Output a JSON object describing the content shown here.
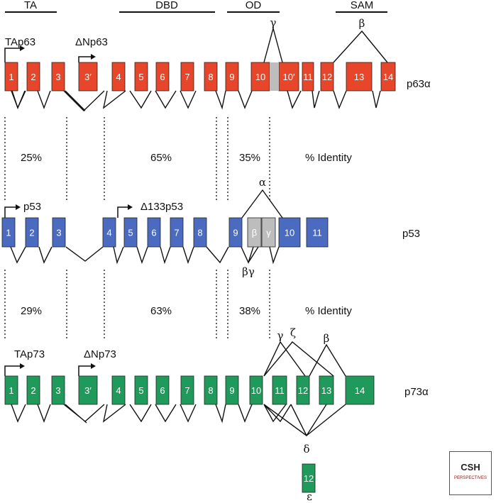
{
  "domains": [
    "TA",
    "DBD",
    "OD",
    "SAM"
  ],
  "colors": {
    "p63": "#e8462a",
    "p53": "#4a6bbf",
    "p73": "#1f9a5a",
    "gray": "#bdbdbd",
    "line": "#111111"
  },
  "p63": {
    "gene_label": "p63α",
    "promoter1": "TAp63",
    "promoter2": "ΔNp63",
    "exons": [
      "1",
      "2",
      "3",
      "3′",
      "4",
      "5",
      "6",
      "7",
      "8",
      "9",
      "10",
      "10′",
      "11",
      "12",
      "13",
      "14"
    ],
    "splice_gamma": "γ",
    "splice_beta": "β"
  },
  "identity1": {
    "ta": "25%",
    "dbd": "65%",
    "od": "35%",
    "label": "% Identity"
  },
  "p53": {
    "gene_label": "p53",
    "promoter1": "p53",
    "promoter2": "Δ133p53",
    "exons": [
      "1",
      "2",
      "3",
      "4",
      "5",
      "6",
      "7",
      "8",
      "9",
      "β",
      "γ",
      "10",
      "11"
    ],
    "splice_alpha": "α",
    "splice_betagamma": "βγ"
  },
  "identity2": {
    "ta": "29%",
    "dbd": "63%",
    "od": "38%",
    "label": "% Identity"
  },
  "p73": {
    "gene_label": "p73α",
    "promoter1": "TAp73",
    "promoter2": "ΔNp73",
    "exons": [
      "1",
      "2",
      "3",
      "3′",
      "4",
      "5",
      "6",
      "7",
      "8",
      "9",
      "10",
      "11",
      "12",
      "13",
      "14",
      "12"
    ],
    "splice_gamma": "γ",
    "splice_zeta": "ζ",
    "splice_beta": "β",
    "splice_delta": "δ",
    "splice_epsilon": "ε"
  },
  "logo": {
    "title": "CSH",
    "subtitle": "PERSPECTIVES"
  }
}
